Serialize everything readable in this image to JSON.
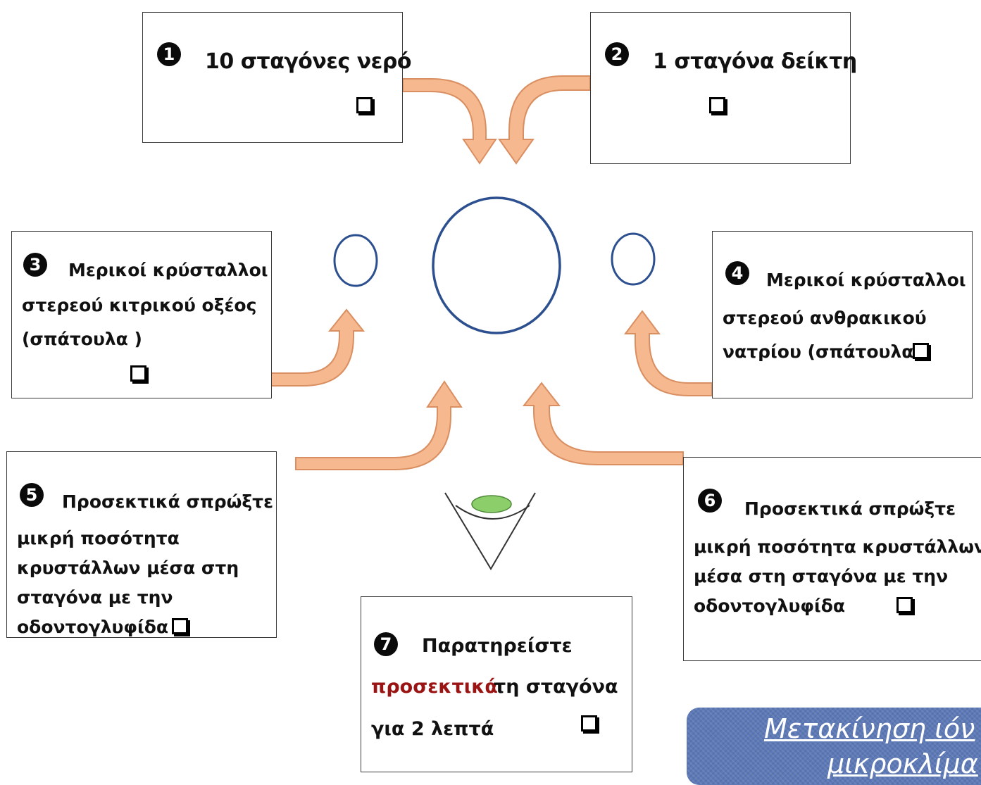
{
  "steps": [
    {
      "number": "1",
      "lines": [
        "10 σταγόνες νερό"
      ]
    },
    {
      "number": "2",
      "lines": [
        "1 σταγόνα δείκτη"
      ]
    },
    {
      "number": "3",
      "lines": [
        "Μερικοί κρύσταλλοι",
        "στερεού κιτρικού οξέος",
        "(σπάτουλα )"
      ]
    },
    {
      "number": "4",
      "lines": [
        "Μερικοί κρύσταλλοι",
        "στερεού ανθρακικού",
        "νατρίου (σπάτουλα )"
      ]
    },
    {
      "number": "5",
      "lines": [
        "Προσεκτικά σπρώξτε",
        "μικρή ποσότητα",
        "κρυστάλλων μέσα στη",
        "σταγόνα με την",
        "οδοντογλυφίδα"
      ]
    },
    {
      "number": "6",
      "lines": [
        "Προσεκτικά σπρώξτε",
        "μικρή ποσότητα κρυστάλλων",
        "μέσα στη σταγόνα με την",
        "οδοντογλυφίδα"
      ]
    },
    {
      "number": "7",
      "lines": [
        "Παρατηρείστε",
        "προσεκτικά",
        "τη σταγόνα",
        "για 2 λεπτά"
      ]
    }
  ],
  "banner": {
    "line1": "Μετακίνηση ιόν",
    "line2": "μικροκλίμα"
  },
  "colors": {
    "arrow_fill": "#f6b98f",
    "arrow_stroke": "#d98f61",
    "circle": "#2c4f8f",
    "eye_lens": "#8ccf6a",
    "emphasis": "#9b1414"
  }
}
